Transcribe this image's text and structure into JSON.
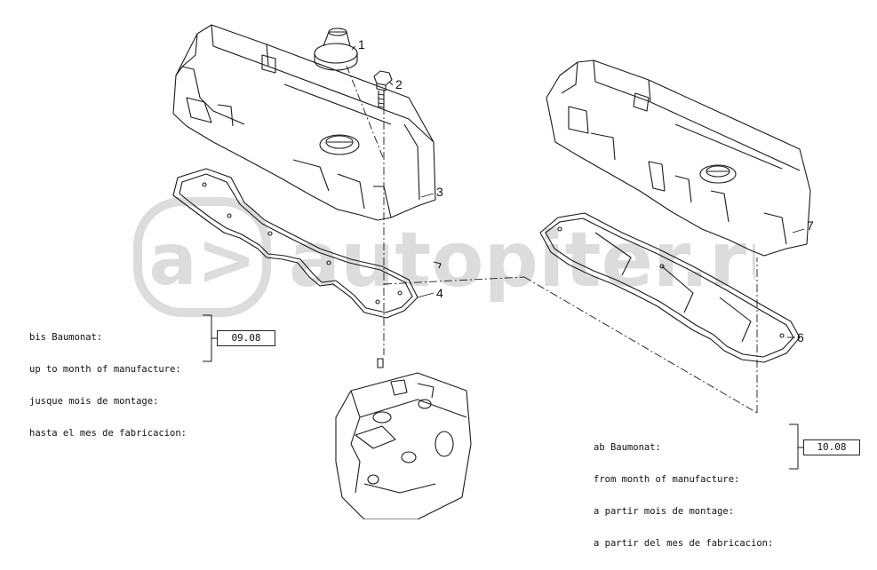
{
  "callouts": [
    "1",
    "2",
    "3",
    "4",
    "6",
    "7"
  ],
  "left_note": {
    "lines": [
      "bis Baumonat:",
      "up to month of manufacture:",
      "jusque mois de montage:",
      "hasta el mes de fabricacion:"
    ],
    "date": "09.08"
  },
  "right_note": {
    "lines": [
      "ab Baumonat:",
      "from month of manufacture:",
      "a partir mois de montage:",
      "a partir del mes de fabricacion:"
    ],
    "date": "10.08"
  },
  "watermark": {
    "text": "autopiter.ru",
    "color": "#d9d9d9"
  }
}
